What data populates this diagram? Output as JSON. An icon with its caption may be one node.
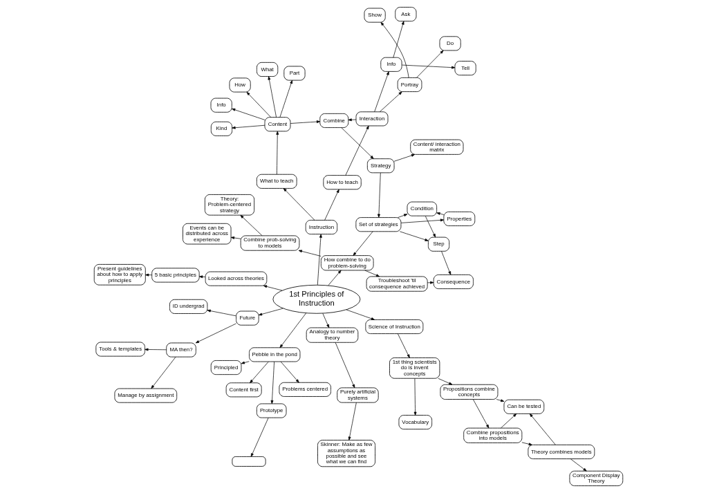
{
  "diagram": {
    "nodes": [
      {
        "text": [
          "1st Principles of Instruction"
        ]
      },
      {
        "text": [
          "Skinner: Make as few assumptions as possible and see what we can find"
        ]
      },
      {
        "text": [
          "Purely artificial systems"
        ]
      },
      {
        "text": [
          "Tools & templates"
        ]
      },
      {
        "text": [
          "Manage by assignment"
        ]
      },
      {
        "text": [
          "Vocabulary"
        ]
      },
      {
        "text": [
          "1st thing scientists do is invent concepts"
        ]
      },
      {
        "text": [
          "MA then?"
        ]
      },
      {
        "text": [
          "ID undergrad"
        ]
      },
      {
        "text": [],
        "shape": "box"
      },
      {
        "text": [
          "Content first"
        ]
      },
      {
        "text": [
          "Principled"
        ]
      },
      {
        "text": [
          "Prototype"
        ]
      },
      {
        "text": [
          "Propositions combine concepts"
        ]
      },
      {
        "text": [
          "Analogy to number theory"
        ]
      },
      {
        "text": [
          "Problems centered"
        ]
      },
      {
        "text": [
          "Combine propositions into models"
        ]
      },
      {
        "text": [
          "Science of Instruction"
        ]
      },
      {
        "text": [
          "Future"
        ]
      },
      {
        "text": [
          "Pebble in the pond"
        ]
      },
      {
        "text": [
          "Can be tested"
        ]
      },
      {
        "text": [
          "Events can be distributed across experience"
        ]
      },
      {
        "text": [
          "Theory combines models"
        ]
      },
      {
        "text": [
          "Component Display Theory"
        ]
      },
      {
        "text": [
          "Theory: Problem-centered strategy"
        ]
      },
      {
        "text": [
          "Combine prob-solving to models"
        ]
      },
      {
        "text": [
          "5 basic principles"
        ]
      },
      {
        "text": [
          "Looked across theories"
        ]
      },
      {
        "text": [
          "Troubleshoot 'til consequence achieved"
        ]
      },
      {
        "text": [
          "Consequence"
        ]
      },
      {
        "text": [
          "How combine to do problem-solving"
        ]
      },
      {
        "text": [
          "Instruction"
        ]
      },
      {
        "text": [
          "Step"
        ]
      },
      {
        "text": [
          "Present guidelines about how to apply principles"
        ]
      },
      {
        "text": [
          "Set of strategies"
        ]
      },
      {
        "text": [
          "What to teach"
        ]
      },
      {
        "text": [
          "How to teach"
        ]
      },
      {
        "text": [
          "Interaction"
        ]
      },
      {
        "text": [
          "Condition"
        ]
      },
      {
        "text": [
          "Info"
        ]
      },
      {
        "text": [
          "Content"
        ]
      },
      {
        "text": [
          "Combine"
        ]
      },
      {
        "text": [
          "Info"
        ]
      },
      {
        "text": [
          "Portray"
        ]
      },
      {
        "text": [
          "Properties"
        ]
      },
      {
        "text": [
          "Kind"
        ]
      },
      {
        "text": [
          "Strategy"
        ]
      },
      {
        "text": [
          "Content/ interaction matrix"
        ]
      },
      {
        "text": [
          "What"
        ]
      },
      {
        "text": [
          "Part"
        ]
      },
      {
        "text": [
          "How"
        ]
      },
      {
        "text": [
          "Tell"
        ]
      },
      {
        "text": [
          "Ask"
        ]
      },
      {
        "text": [
          "Show"
        ]
      },
      {
        "text": [
          "Do"
        ]
      }
    ],
    "edges": [
      {
        "from": 0,
        "to": 17,
        "arrow": "to"
      },
      {
        "from": 0,
        "to": 14,
        "arrow": "to"
      },
      {
        "from": 0,
        "to": 18,
        "arrow": "to"
      },
      {
        "from": 0,
        "to": 19,
        "arrow": "to"
      },
      {
        "from": 0,
        "to": 27,
        "arrow": "to"
      },
      {
        "from": 0,
        "to": 31,
        "arrow": "to"
      },
      {
        "from": 0,
        "to": 30,
        "arrow": "to"
      },
      {
        "from": 17,
        "to": 6,
        "arrow": "to"
      },
      {
        "from": 14,
        "to": 2,
        "arrow": "to"
      },
      {
        "from": 2,
        "to": 1,
        "arrow": "to"
      },
      {
        "from": 6,
        "to": 5,
        "arrow": "to"
      },
      {
        "from": 6,
        "to": 13,
        "arrow": "to"
      },
      {
        "from": 13,
        "to": 16,
        "arrow": "to"
      },
      {
        "from": 13,
        "to": 20,
        "arrow": "to"
      },
      {
        "from": 16,
        "to": 20,
        "arrow": "to"
      },
      {
        "from": 16,
        "to": 22,
        "arrow": "to"
      },
      {
        "from": 22,
        "to": 20,
        "arrow": "to"
      },
      {
        "from": 22,
        "to": 23,
        "arrow": "to"
      },
      {
        "from": 18,
        "to": 7,
        "arrow": "to"
      },
      {
        "from": 18,
        "to": 8,
        "arrow": "to"
      },
      {
        "from": 7,
        "to": 3,
        "arrow": "to"
      },
      {
        "from": 7,
        "to": 4,
        "arrow": "to"
      },
      {
        "from": 19,
        "to": 12,
        "arrow": "to"
      },
      {
        "from": 19,
        "to": 10,
        "arrow": "to"
      },
      {
        "from": 19,
        "to": 11,
        "arrow": "to"
      },
      {
        "from": 19,
        "to": 15,
        "arrow": "to"
      },
      {
        "from": 12,
        "to": 9,
        "arrow": "to"
      },
      {
        "from": 25,
        "to": 21,
        "arrow": "to"
      },
      {
        "from": 25,
        "to": 24,
        "arrow": "to"
      },
      {
        "from": 30,
        "to": 25,
        "arrow": "to"
      },
      {
        "from": 30,
        "to": 28,
        "arrow": "to"
      },
      {
        "from": 28,
        "to": 29,
        "arrow": "to"
      },
      {
        "from": 34,
        "to": 30,
        "arrow": "to"
      },
      {
        "from": 34,
        "to": 32,
        "arrow": "to"
      },
      {
        "from": 34,
        "to": 38,
        "arrow": "to"
      },
      {
        "from": 34,
        "to": 44,
        "arrow": "to"
      },
      {
        "from": 38,
        "to": 32,
        "arrow": "to"
      },
      {
        "from": 32,
        "to": 29,
        "arrow": "to"
      },
      {
        "from": 44,
        "to": 38,
        "arrow": "to"
      },
      {
        "from": 46,
        "to": 34,
        "arrow": "to"
      },
      {
        "from": 46,
        "to": 47,
        "arrow": "to"
      },
      {
        "from": 41,
        "to": 46,
        "arrow": "to"
      },
      {
        "from": 27,
        "to": 26,
        "arrow": "to"
      },
      {
        "from": 26,
        "to": 33,
        "arrow": "to"
      },
      {
        "from": 31,
        "to": 35,
        "arrow": "to"
      },
      {
        "from": 31,
        "to": 36,
        "arrow": "to"
      },
      {
        "from": 35,
        "to": 40,
        "arrow": "to"
      },
      {
        "from": 36,
        "to": 37,
        "arrow": "to"
      },
      {
        "from": 37,
        "to": 41,
        "arrow": "to"
      },
      {
        "from": 37,
        "to": 42,
        "arrow": "to"
      },
      {
        "from": 37,
        "to": 43,
        "arrow": "to"
      },
      {
        "from": 40,
        "to": 39,
        "arrow": "to"
      },
      {
        "from": 40,
        "to": 45,
        "arrow": "to"
      },
      {
        "from": 40,
        "to": 48,
        "arrow": "to"
      },
      {
        "from": 40,
        "to": 49,
        "arrow": "to"
      },
      {
        "from": 40,
        "to": 50,
        "arrow": "to"
      },
      {
        "from": 40,
        "to": 41,
        "arrow": "to"
      },
      {
        "from": 42,
        "to": 51,
        "arrow": "to"
      },
      {
        "from": 42,
        "to": 52,
        "arrow": "to"
      },
      {
        "from": 43,
        "to": 53,
        "arrow": "to"
      },
      {
        "from": 43,
        "to": 54,
        "arrow": "to"
      }
    ]
  }
}
